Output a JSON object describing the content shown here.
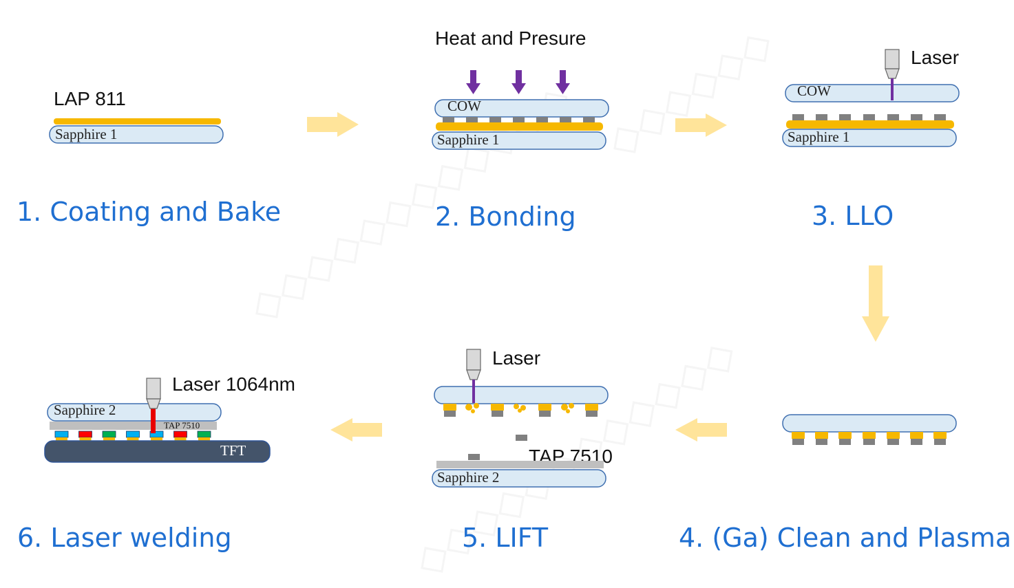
{
  "colors": {
    "title": "#1f6fd1",
    "plate_fill": "#dbeaf5",
    "plate_stroke": "#3f6fb0",
    "adhesive": "#f6b800",
    "chip": "#808080",
    "flow_arrow": "#ffe49a",
    "pressure_arrow": "#7030a0",
    "laser_1064": "#e80000",
    "tft": "#44546a"
  },
  "steps": [
    {
      "title": "1. Coating and Bake",
      "labels": {
        "coating": "LAP 811",
        "plate": "Sapphire  1"
      }
    },
    {
      "title": "2. Bonding",
      "labels": {
        "header": "Heat and Presure",
        "top_plate": "COW",
        "bottom_plate": "Sapphire  1"
      }
    },
    {
      "title": "3. LLO",
      "labels": {
        "laser": "Laser",
        "top_plate": "COW",
        "bottom_plate": "Sapphire  1"
      }
    },
    {
      "title": "4.  (Ga) Clean and Plasma"
    },
    {
      "title": "5.  LIFT",
      "labels": {
        "laser": "Laser",
        "tape": "TAP 7510",
        "bottom_plate": "Sapphire  2"
      }
    },
    {
      "title": "6.  Laser welding",
      "labels": {
        "laser": "Laser 1064nm",
        "top_plate": "Sapphire  2",
        "tape": "TAP  7510",
        "substrate": "TFT"
      }
    }
  ],
  "led_colors": [
    "#00b0f0",
    "#ff0000",
    "#00b050",
    "#00b0f0",
    "#00b0f0",
    "#ff0000",
    "#00b050"
  ]
}
